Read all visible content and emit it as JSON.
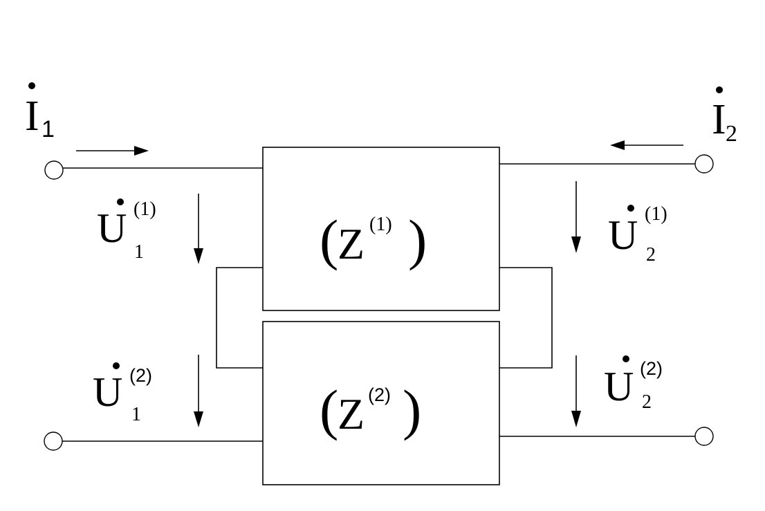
{
  "currents": {
    "i1": {
      "symbol": "I",
      "subscript": "1"
    },
    "i2": {
      "symbol": "I",
      "subscript": "2"
    }
  },
  "voltages": {
    "u1_1": {
      "symbol": "U",
      "subscript": "1",
      "superscript": "(1)"
    },
    "u2_1": {
      "symbol": "U",
      "subscript": "2",
      "superscript": "(1)"
    },
    "u1_2": {
      "symbol": "U",
      "subscript": "1",
      "superscript": "(2)"
    },
    "u2_2": {
      "symbol": "U",
      "subscript": "2",
      "superscript": "(2)"
    }
  },
  "networks": {
    "top": {
      "open": "(",
      "symbol": "Z",
      "superscript": "(1)",
      "close": ")"
    },
    "bottom": {
      "open": "(",
      "symbol": "Z",
      "superscript": "(2)",
      "close": ")"
    }
  }
}
